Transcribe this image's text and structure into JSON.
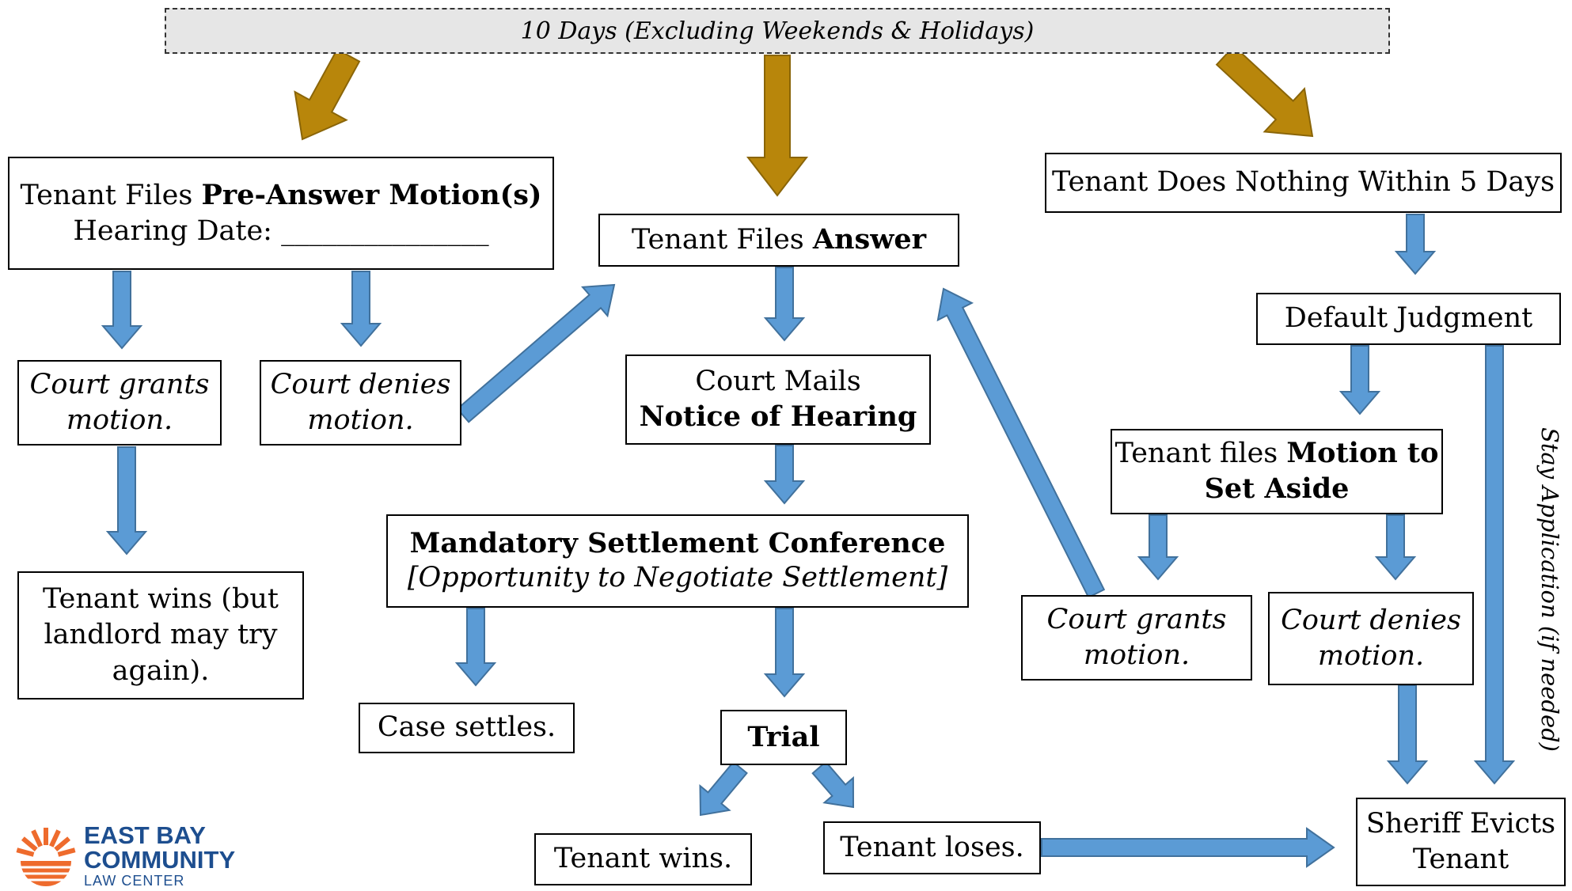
{
  "banner": "10 Days (Excluding Weekends & Holidays)",
  "side_note": "Stay Application (if needed)",
  "colors": {
    "gold_arrow": "#B8860B",
    "blue_arrow": "#5B9BD5",
    "blue_arrow_edge": "#41719C",
    "logo_orange": "#EE6B2D",
    "logo_blue": "#1D4E8F"
  },
  "pre_answer": {
    "prefix": "Tenant Files ",
    "bold": "Pre-Answer Motion(s)",
    "hearing": "Hearing Date: _______________"
  },
  "grant1": "Court grants motion.",
  "deny1": "Court denies motion.",
  "tenant_wins_again": "Tenant wins (but landlord may try again).",
  "answer": {
    "prefix": "Tenant Files ",
    "bold": "Answer"
  },
  "notice": {
    "line1": "Court Mails",
    "bold": "Notice of Hearing"
  },
  "msc": {
    "bold": "Mandatory Settlement Conference",
    "italic": "[Opportunity to Negotiate Settlement]"
  },
  "case_settles": "Case settles.",
  "trial": "Trial",
  "tenant_wins": "Tenant wins.",
  "tenant_loses": "Tenant loses.",
  "nothing": "Tenant Does Nothing Within 5 Days",
  "default_judgment": "Default Judgment",
  "set_aside": {
    "prefix": "Tenant files ",
    "bold": "Motion to Set Aside"
  },
  "grant2": "Court grants motion.",
  "deny2": "Court denies motion.",
  "sheriff": "Sheriff Evicts Tenant",
  "logo": {
    "line1": "EAST BAY",
    "line2": "COMMUNITY",
    "line3": "LAW CENTER"
  }
}
